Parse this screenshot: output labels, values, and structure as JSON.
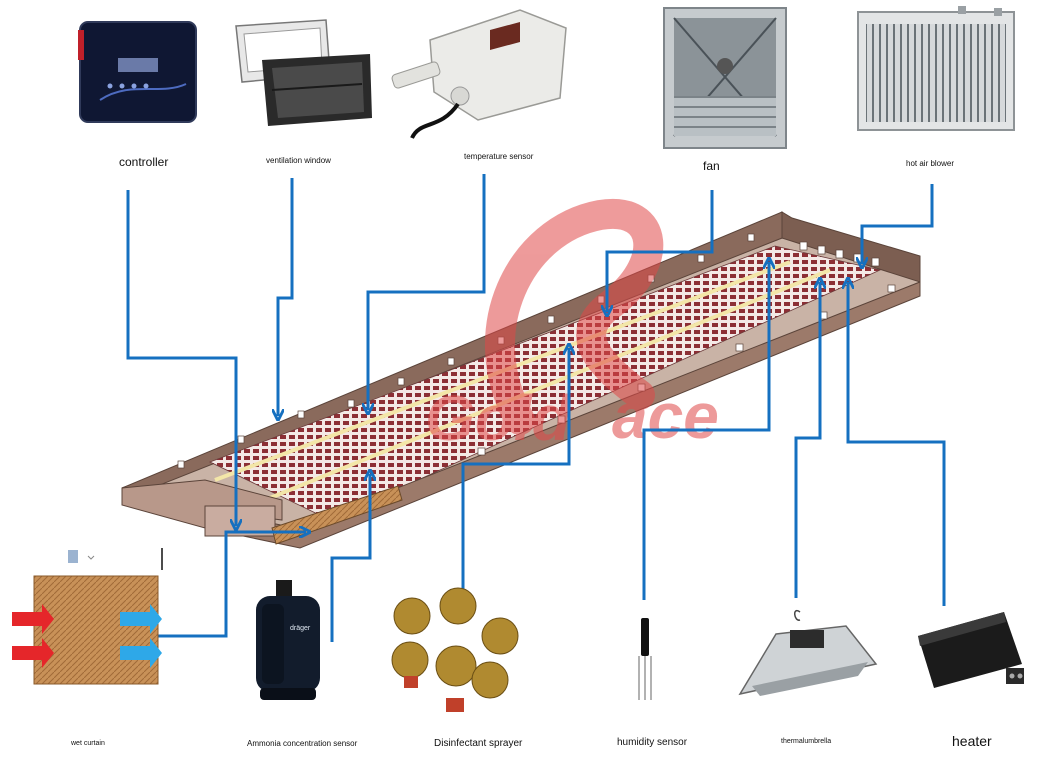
{
  "title": "",
  "devices": {
    "controller": "controller",
    "ventilation_window": "ventilation window",
    "temperature_sensor": "temperature sensor",
    "fan": "fan",
    "hot_air_blower": "hot air blower",
    "wet_curtain": "wet curtain",
    "ammonia_sensor": "Ammonia concentration sensor",
    "disinfectant_sprayer": "Disinfectant sprayer",
    "humidity_sensor": "humidity sensor",
    "thermal_umbrella": "thermalumbrella",
    "heater": "heater"
  },
  "watermark": "GoldRace",
  "colors": {
    "connector": "#1570c0",
    "barn_wall": "#8a6a5c",
    "barn_floor": "#c9b3a6",
    "cage": "#8c2f35",
    "watermark": "#e04848"
  }
}
